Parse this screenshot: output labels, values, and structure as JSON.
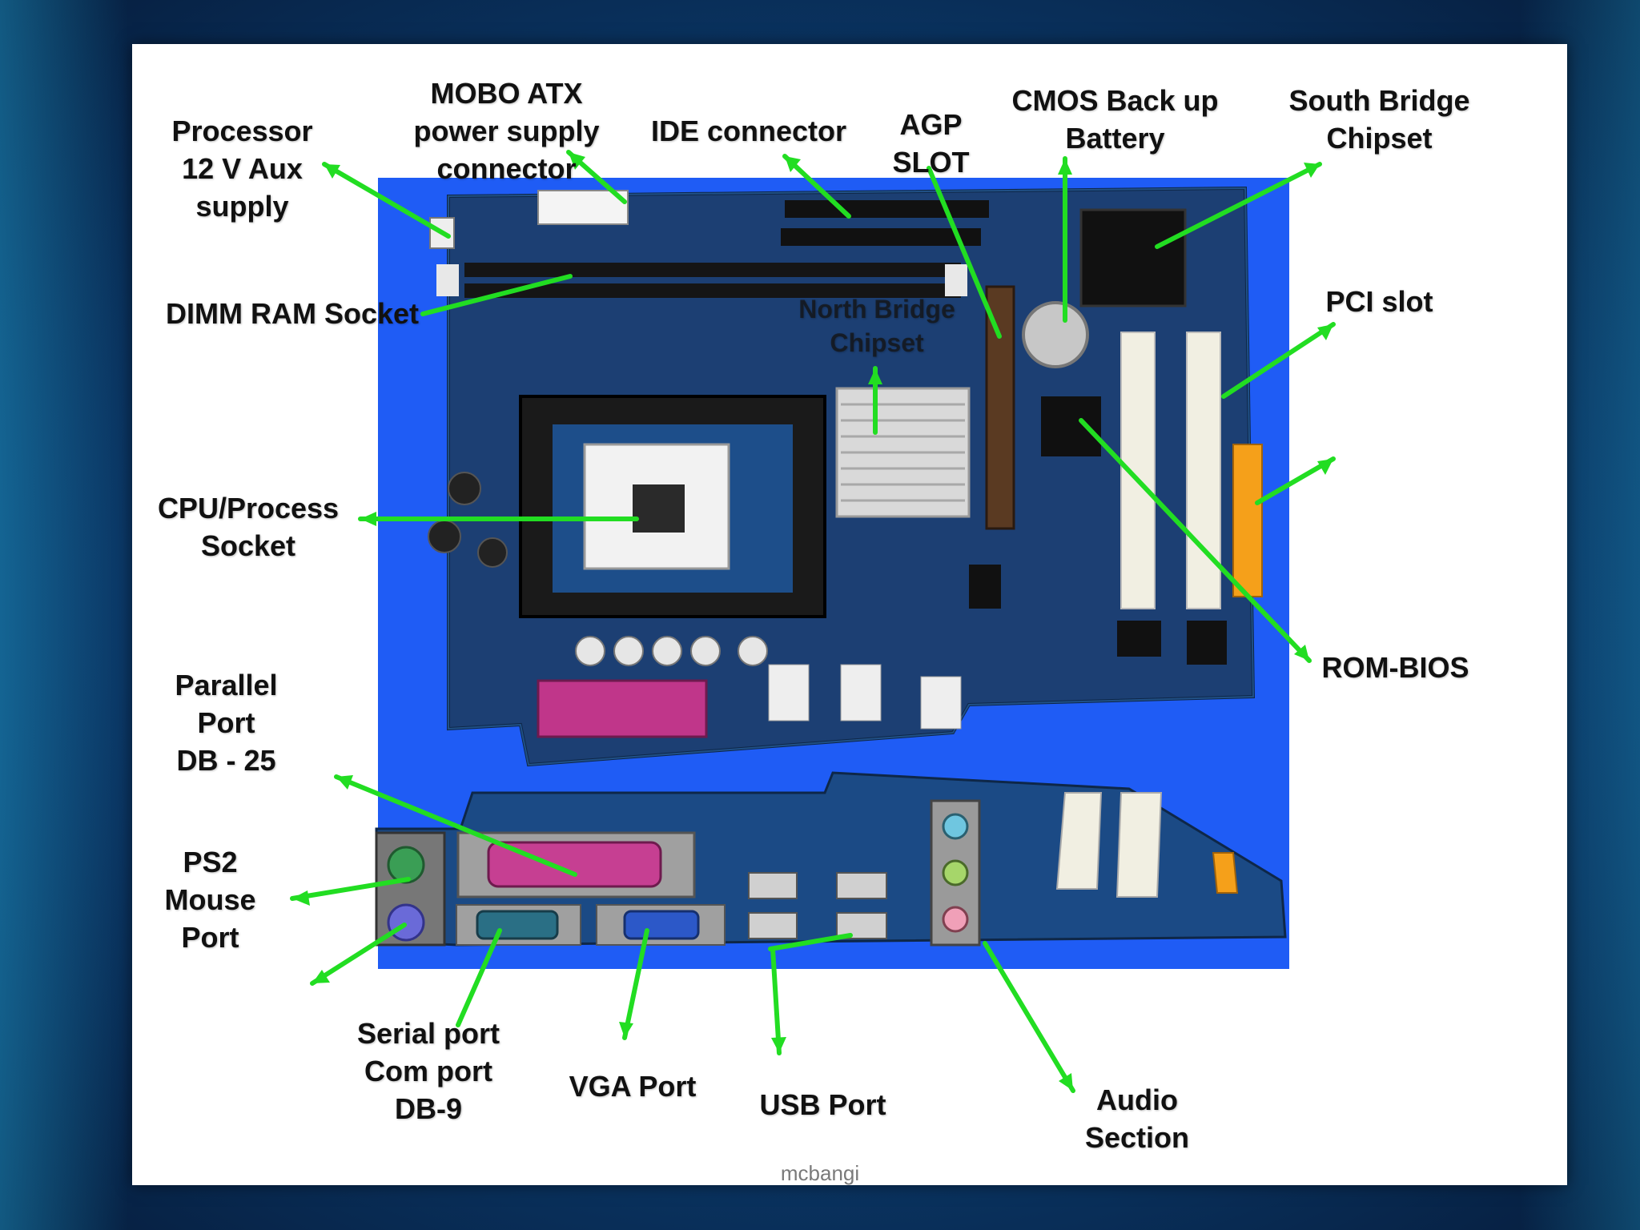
{
  "diagram": {
    "labels": {
      "processor_aux": "Processor\n12 V Aux\nsupply",
      "mobo_atx": "MOBO ATX\npower supply\nconnector",
      "ide": "IDE connector",
      "agp": "AGP\nSLOT",
      "cmos": "CMOS Back up\nBattery",
      "south_bridge": "South Bridge\nChipset",
      "dimm": "DIMM RAM Socket",
      "north_bridge": "North Bridge\nChipset",
      "pci": "PCI slot",
      "cpu": "CPU/Process\nSocket",
      "rom_bios": "ROM-BIOS",
      "parallel": "Parallel\nPort\nDB - 25",
      "ps2": "PS2\nMouse\nPort",
      "serial": "Serial port\nCom port\nDB-9",
      "vga": "VGA Port",
      "usb": "USB Port",
      "audio": "Audio\nSection"
    },
    "colors": {
      "board_background": "#1f5cf5",
      "pcb": "#1c3f73",
      "arrow": "#22dd22"
    }
  },
  "watermark": "mcbangi"
}
